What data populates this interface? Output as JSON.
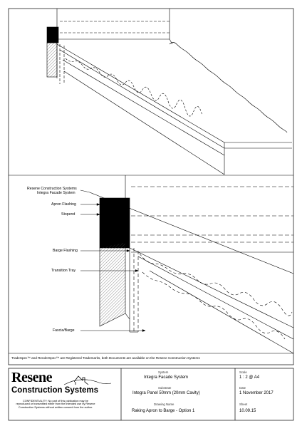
{
  "labels": {
    "resene_systems": "Resene Construction Systems",
    "integra_facade": "Integra Facade System",
    "apron_flashing": "Apron Flashing",
    "stopend": "Stopend",
    "barge_flashing": "Barge Flashing",
    "transition_tray": "Transition Tray",
    "fascia_barge": "Fascia/Barge"
  },
  "footer_note": "TradeSpec™ and RenderSpec™ are Registered Trademarks, both Documents are available on the Resene Construction Systems",
  "title_block": {
    "brand_name": "Resene",
    "brand_sub": "Construction Systems",
    "confidential": "CONFIDENTIALITY: No part of this publication may be reproduced or transmitted either from the intended use by Resene Construction Systems without written consent from the author.",
    "system_caption": "System",
    "system_value": "Integra Facade System",
    "substrate_caption": "Substrate",
    "substrate_value": "Integra Panel 50mm (20mm Cavity)",
    "drawing_caption": "Drawing Name",
    "drawing_value": "Raking Apron to Barge - Option 1",
    "scale_caption": "Scale",
    "scale_value": "1 : 2 @ A4",
    "date_caption": "Date",
    "date_value": "1 November 2017",
    "sheet_caption": "Sheet",
    "sheet_value": "10.09.15"
  }
}
